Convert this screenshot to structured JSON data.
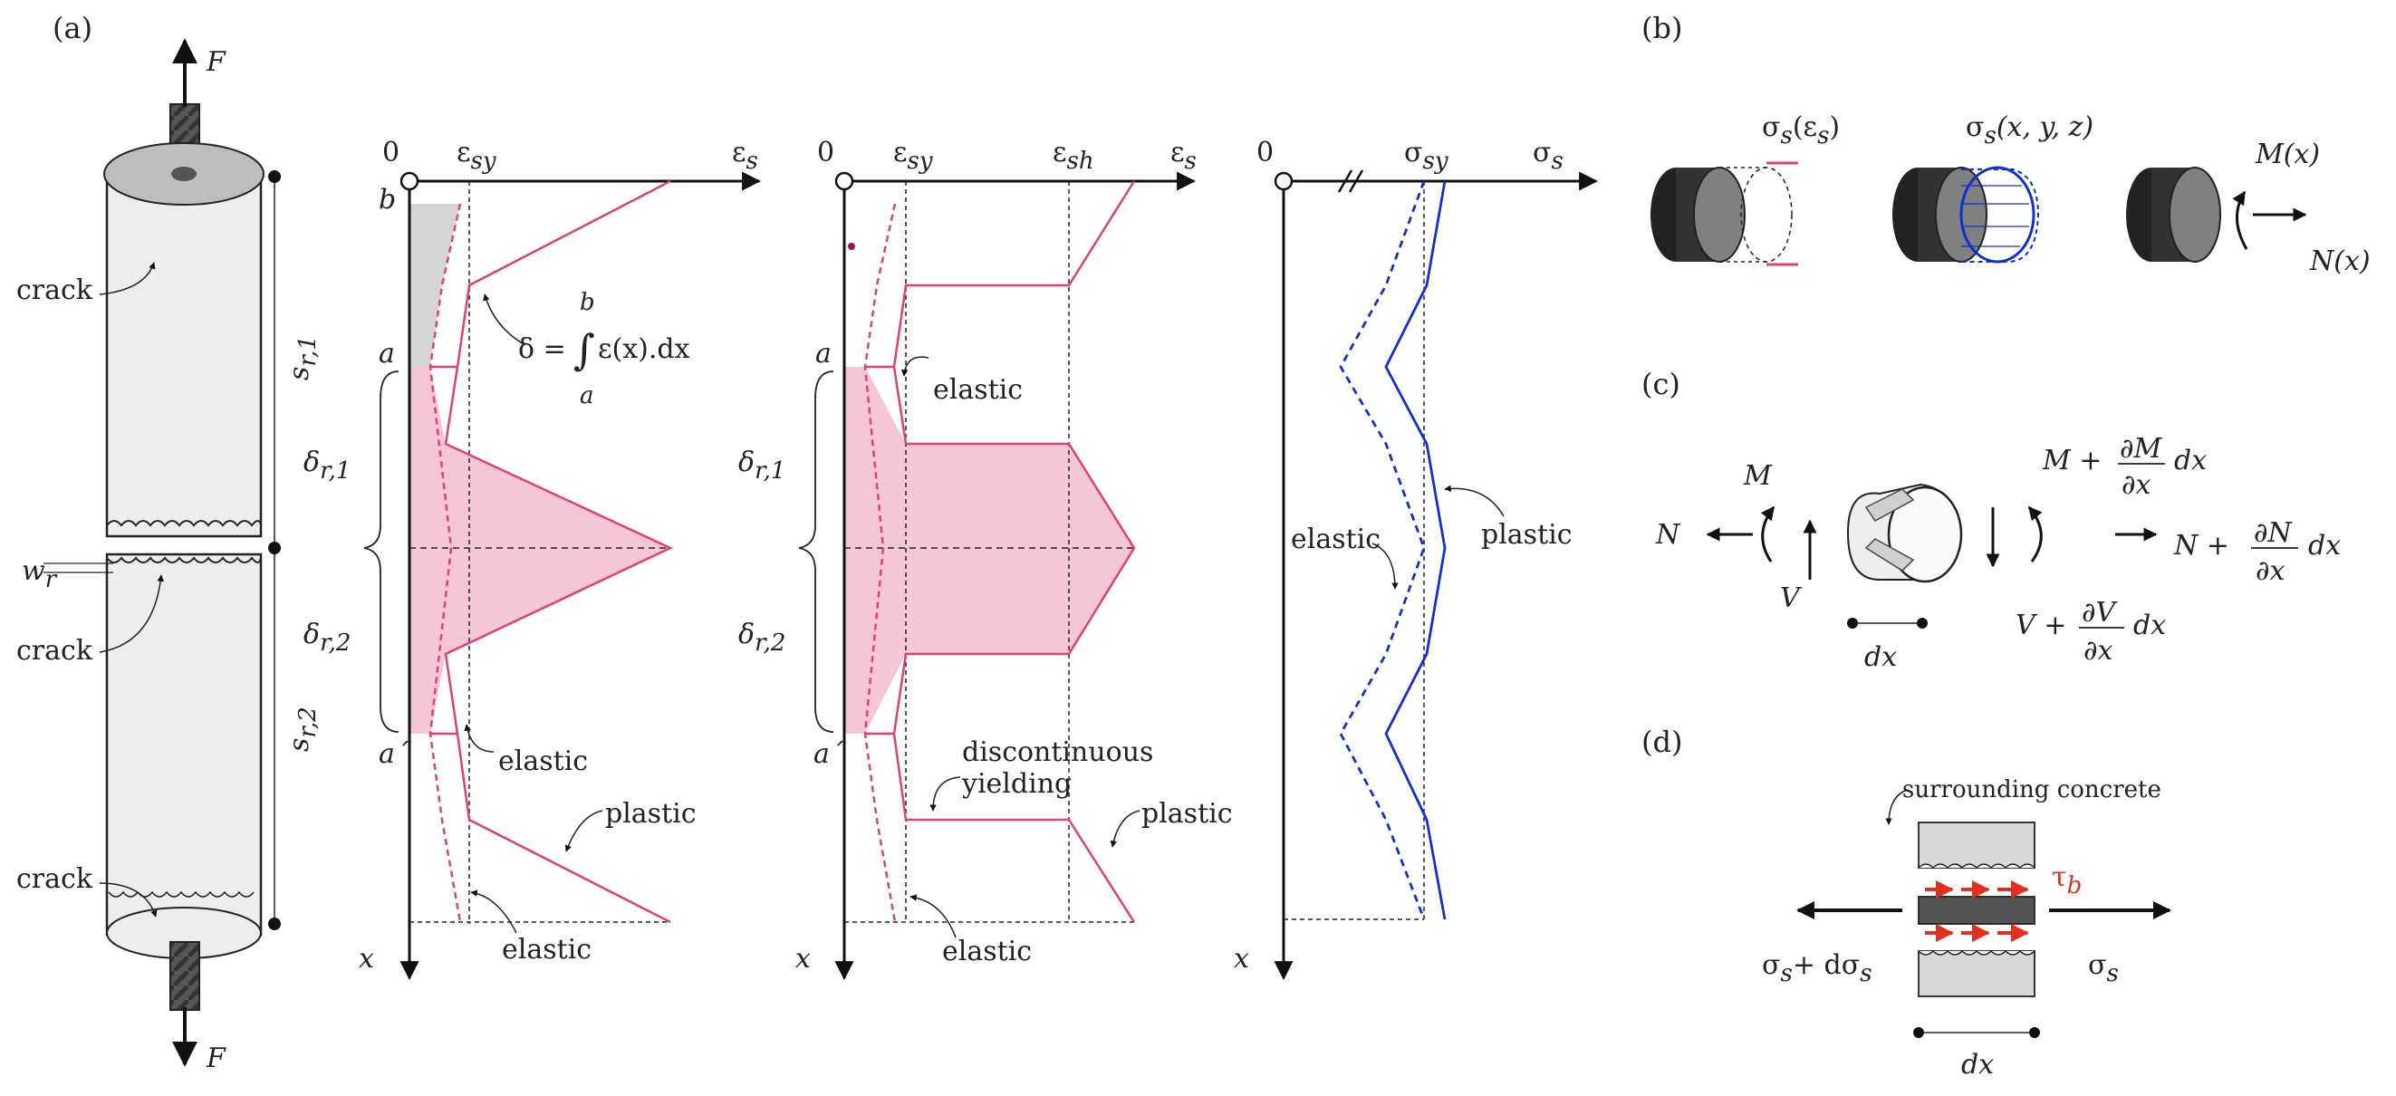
{
  "panels": {
    "a": "(a)",
    "b": "(b)",
    "c": "(c)",
    "d": "(d)"
  },
  "bar": {
    "force": "F",
    "crack_labels": [
      "crack",
      "crack",
      "crack"
    ],
    "crack_width": "w",
    "crack_width_sub": "r",
    "spacing_1": "s",
    "spacing_1_sub": "r,1",
    "spacing_2": "s",
    "spacing_2_sub": "r,2"
  },
  "strain_plot_1": {
    "origin": "0",
    "eps_sy": "ε",
    "eps_sy_sub": "sy",
    "eps_s": "ε",
    "eps_s_sub": "s",
    "x_axis": "x",
    "b": "b",
    "a": "a",
    "a_prime": "a´",
    "delta_r1": "δ",
    "delta_r1_sub": "r,1",
    "delta_r2": "δ",
    "delta_r2_sub": "r,2",
    "integral_lhs": "δ =",
    "integral_sym": "∫",
    "integral_upper": "b",
    "integral_lower": "a",
    "integral_rhs": "ε(x).dx",
    "elastic_1": "elastic",
    "elastic_2": "elastic",
    "plastic": "plastic"
  },
  "strain_plot_2": {
    "origin": "0",
    "eps_sy": "ε",
    "eps_sy_sub": "sy",
    "eps_sh": "ε",
    "eps_sh_sub": "sh",
    "eps_s": "ε",
    "eps_s_sub": "s",
    "x_axis": "x",
    "a": "a",
    "a_prime": "a´",
    "delta_r1": "δ",
    "delta_r1_sub": "r,1",
    "delta_r2": "δ",
    "delta_r2_sub": "r,2",
    "elastic_1": "elastic",
    "elastic_2": "elastic",
    "discontinuous_1": "discontinuous",
    "discontinuous_2": "yielding",
    "plastic": "plastic"
  },
  "stress_plot": {
    "origin": "0",
    "break": "//",
    "sig_sy": "σ",
    "sig_sy_sub": "sy",
    "sig_s": "σ",
    "sig_s_sub": "s",
    "x_axis": "x",
    "elastic": "elastic",
    "plastic": "plastic"
  },
  "panel_b": {
    "law_1": "σ",
    "law_1_sub": "s",
    "law_1_arg": "(ε",
    "law_1_arg_sub": "s",
    "law_1_close": ")",
    "law_2": "σ",
    "law_2_sub": "s",
    "law_2_arg": "(x, y, z)",
    "moment": "M(x)",
    "normal": "N(x)"
  },
  "panel_c": {
    "M": "M",
    "N": "N",
    "V": "V",
    "M_plus": "M +",
    "dM_num": "∂M",
    "dM_den": "∂x",
    "dM_dx": "dx",
    "N_plus": "N +",
    "dN_num": "∂N",
    "dN_den": "∂x",
    "dN_dx": "dx",
    "V_plus": "V +",
    "dV_num": "∂V",
    "dV_den": "∂x",
    "dV_dx": "dx",
    "dx": "dx"
  },
  "panel_d": {
    "concrete": "surrounding concrete",
    "tau": "τ",
    "tau_sub": "b",
    "left_stress": "σ",
    "left_stress_sub": "s",
    "left_stress_rest": "+ dσ",
    "left_stress_rest_sub": "s",
    "right_stress": "σ",
    "right_stress_sub": "s",
    "dx": "dx"
  },
  "colors": {
    "strain": "#e0407a",
    "fill": "#f5c6d6",
    "stress": "#1030d0",
    "bond": "#e03020",
    "grey": "#d8d8d8"
  }
}
